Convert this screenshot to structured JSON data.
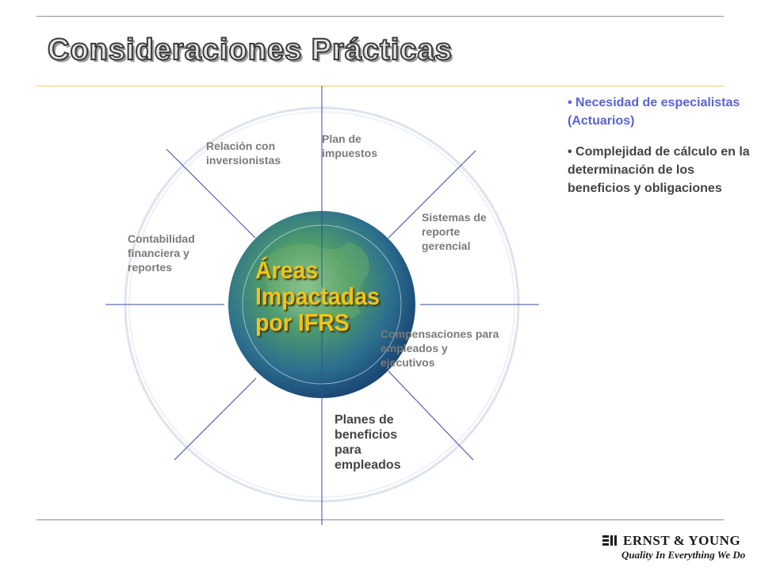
{
  "slide": {
    "title": "Consideraciones Prácticas",
    "center_title": "Áreas\nImpactadas\npor IFRS",
    "areas": {
      "plan_impuestos": "Plan de\nimpuestos",
      "relacion_inversionistas": "Relación con\ninversionistas",
      "contabilidad": "Contabilidad\nfinanciera y\nreportes",
      "sistemas": "Sistemas de\nreporte\ngerencial",
      "compensaciones": "Compensaciones para\nempleados y\nejecutivos",
      "planes_beneficios": "Planes de\nbeneficios\npara\nempleados"
    },
    "bullets": [
      "• Necesidad de especialistas (Actuarios)",
      "• Complejidad de cálculo en la determinación de los beneficios y obligaciones"
    ]
  },
  "logo": {
    "name": "ERNST & YOUNG",
    "tagline": "Quality In Everything We Do"
  },
  "colors": {
    "accent_blue": "#5a63d6",
    "center_gold": "#f2c21a",
    "rule_yellow": "#e8cc5a",
    "line_blue": "#3a4aa8"
  }
}
